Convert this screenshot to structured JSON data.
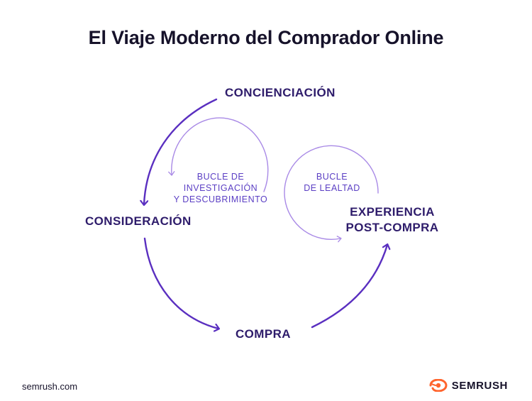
{
  "title": "El Viaje Moderno del Comprador Online",
  "stages": {
    "awareness": "CONCIENCIACIÓN",
    "consideration": "CONSIDERACIÓN",
    "purchase": "COMPRA",
    "post_purchase": [
      "EXPERIENCIA",
      "POST-COMPRA"
    ]
  },
  "loops": {
    "research": [
      "BUCLE DE",
      "INVESTIGACIÓN",
      "Y DESCUBRIMIENTO"
    ],
    "loyalty": [
      "BUCLE",
      "DE LEALTAD"
    ]
  },
  "footer": {
    "url": "semrush.com",
    "brand": "SEMRUSH"
  },
  "colors": {
    "outer_arrow": "#5a2fc0",
    "inner_arrow": "#a98ae6",
    "stage_text": "#2e1c6b",
    "loop_text": "#5b3fc4",
    "brand_orange": "#ff642d"
  },
  "icons": {
    "brand_logo": "semrush-flame-icon"
  }
}
